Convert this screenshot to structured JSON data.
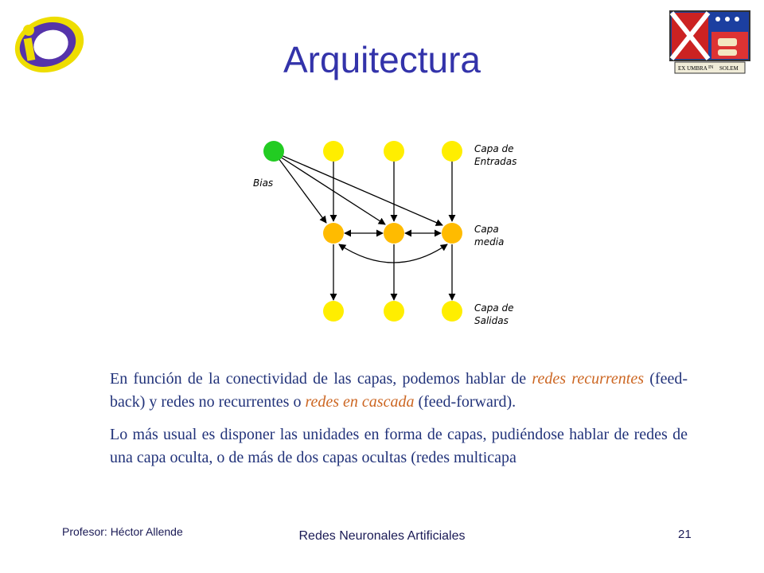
{
  "slide": {
    "title": "Arquitectura",
    "paragraph1": {
      "t1": "En función de la conectividad  de las capas, podemos hablar de ",
      "h1": "redes recurrentes",
      "t2": " (feed-back) y redes no recurrentes o ",
      "h2": "redes en cascada",
      "t3": " (feed-forward)."
    },
    "paragraph2": " Lo más usual es disponer las unidades en forma de capas, pudiéndose hablar de redes de una capa oculta, o de más de dos capas ocultas (redes multicapa"
  },
  "diagram": {
    "label_bias": "Bias",
    "label_input_1": "Capa de",
    "label_input_2": "Entradas",
    "label_middle_1": "Capa",
    "label_middle_2": "media",
    "label_output_1": "Capa de",
    "label_output_2": "Salidas"
  },
  "logos": {
    "left_icon": "id-logo",
    "right_icon": "university-crest",
    "crest_text_left": "EX UMBRA",
    "crest_text_mid": "IN",
    "crest_text_right": "SOLEM"
  },
  "footer": {
    "author": "Profesor: Héctor Allende",
    "course": "Redes Neuronales Artificiales",
    "page": "21"
  },
  "colors": {
    "title": "#3333aa",
    "text": "#22337a",
    "highlight": "#cc6622",
    "bias_node": "#22cc22",
    "input_node": "#ffee00",
    "middle_node": "#ffbb00",
    "output_node": "#ffee00"
  }
}
